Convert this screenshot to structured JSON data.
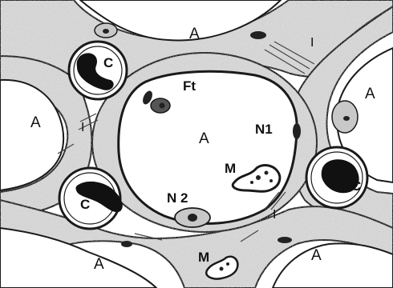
{
  "labels": {
    "alveolus": "A",
    "capillary": "C",
    "interstitium": "I",
    "fibroblast": "Ft",
    "type1_pneumocyte": "N1",
    "type2_pneumocyte": "N 2",
    "macrophage": "M"
  },
  "colors": {
    "septum_fill": "#d9d9d9",
    "outline": "#1a1a1a",
    "lumen": "#ffffff",
    "erythrocyte": "#111111",
    "nucleus": "#222222"
  }
}
